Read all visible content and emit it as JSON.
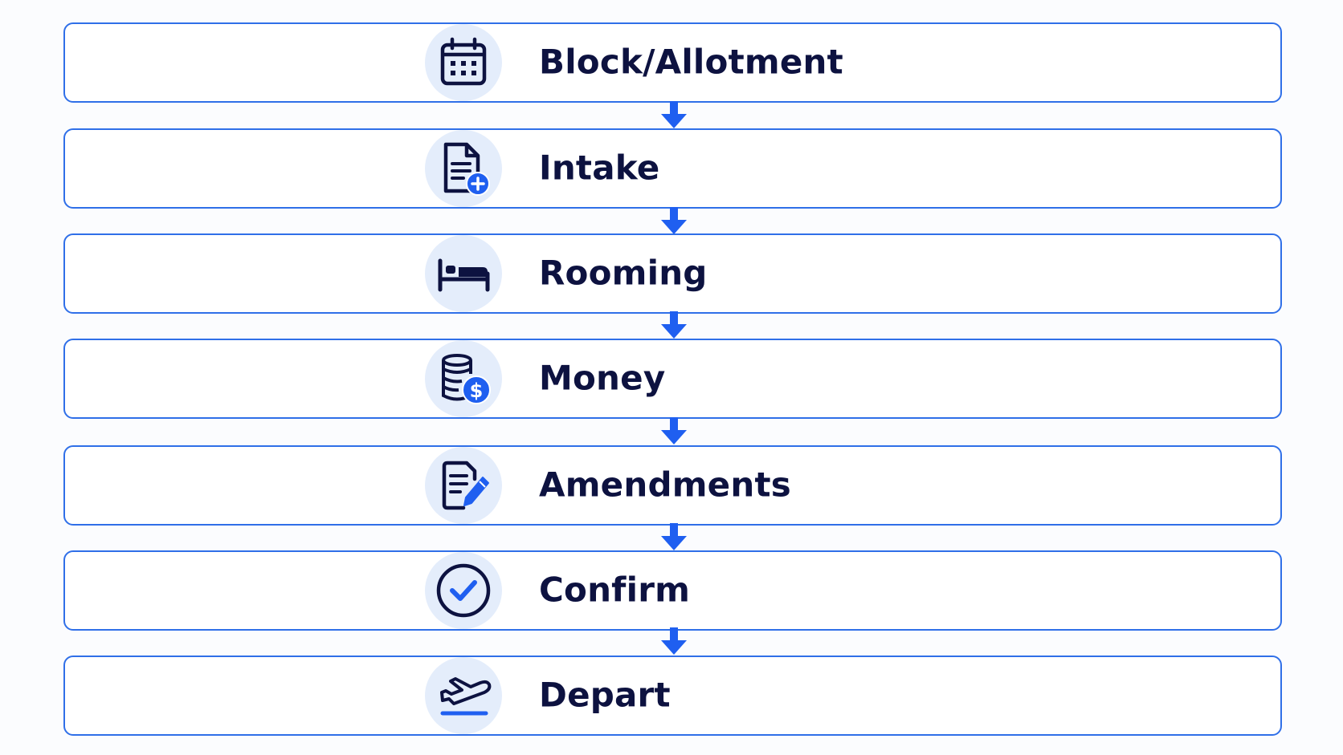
{
  "colors": {
    "accent": "#1f5ff0",
    "border": "#2f6fe8",
    "text": "#0d1240",
    "icon_bg": "#e4edfb"
  },
  "steps": [
    {
      "label": "Block/Allotment",
      "icon": "calendar-icon"
    },
    {
      "label": "Intake",
      "icon": "document-add-icon"
    },
    {
      "label": "Rooming",
      "icon": "bed-icon"
    },
    {
      "label": "Money",
      "icon": "coins-dollar-icon"
    },
    {
      "label": "Amendments",
      "icon": "document-edit-icon"
    },
    {
      "label": "Confirm",
      "icon": "check-circle-icon"
    },
    {
      "label": "Depart",
      "icon": "airplane-departure-icon"
    }
  ]
}
